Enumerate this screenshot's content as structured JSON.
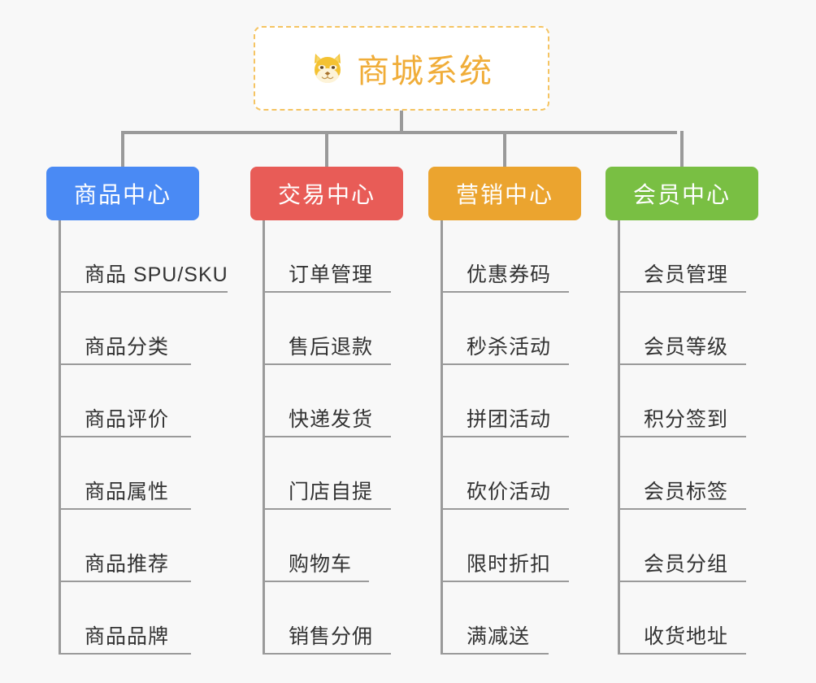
{
  "page": {
    "background_color": "#f8f8f8",
    "title": "商城系统功能架构图"
  },
  "root": {
    "icon": "shiba-dog-face-icon",
    "label": "商城系统",
    "text_color": "#f0ad39",
    "border_color": "#f5c462",
    "background_color": "#ffffff"
  },
  "connector_color": "#9a9a9a",
  "branches": [
    {
      "label": "商品中心",
      "color": "#4a8af4",
      "items": [
        {
          "label": "商品 SPU/SKU",
          "narrow": false
        },
        {
          "label": "商品分类",
          "narrow": true
        },
        {
          "label": "商品评价",
          "narrow": true
        },
        {
          "label": "商品属性",
          "narrow": true
        },
        {
          "label": "商品推荐",
          "narrow": true
        },
        {
          "label": "商品品牌",
          "narrow": true
        }
      ]
    },
    {
      "label": "交易中心",
      "color": "#e85c57",
      "items": [
        {
          "label": "订单管理",
          "narrow": false
        },
        {
          "label": "售后退款",
          "narrow": false
        },
        {
          "label": "快递发货",
          "narrow": false
        },
        {
          "label": "门店自提",
          "narrow": false
        },
        {
          "label": "购物车",
          "narrow": true
        },
        {
          "label": "销售分佣",
          "narrow": false
        }
      ]
    },
    {
      "label": "营销中心",
      "color": "#eba42f",
      "items": [
        {
          "label": "优惠券码",
          "narrow": false
        },
        {
          "label": "秒杀活动",
          "narrow": false
        },
        {
          "label": "拼团活动",
          "narrow": false
        },
        {
          "label": "砍价活动",
          "narrow": false
        },
        {
          "label": "限时折扣",
          "narrow": false
        },
        {
          "label": "满减送",
          "narrow": true
        }
      ]
    },
    {
      "label": "会员中心",
      "color": "#79bf43",
      "items": [
        {
          "label": "会员管理",
          "narrow": false
        },
        {
          "label": "会员等级",
          "narrow": false
        },
        {
          "label": "积分签到",
          "narrow": false
        },
        {
          "label": "会员标签",
          "narrow": false
        },
        {
          "label": "会员分组",
          "narrow": false
        },
        {
          "label": "收货地址",
          "narrow": false
        }
      ]
    }
  ],
  "layout": {
    "branch_left_positions": [
      57,
      308,
      527,
      745
    ],
    "drop_left_positions": [
      149,
      400,
      619,
      837
    ]
  }
}
